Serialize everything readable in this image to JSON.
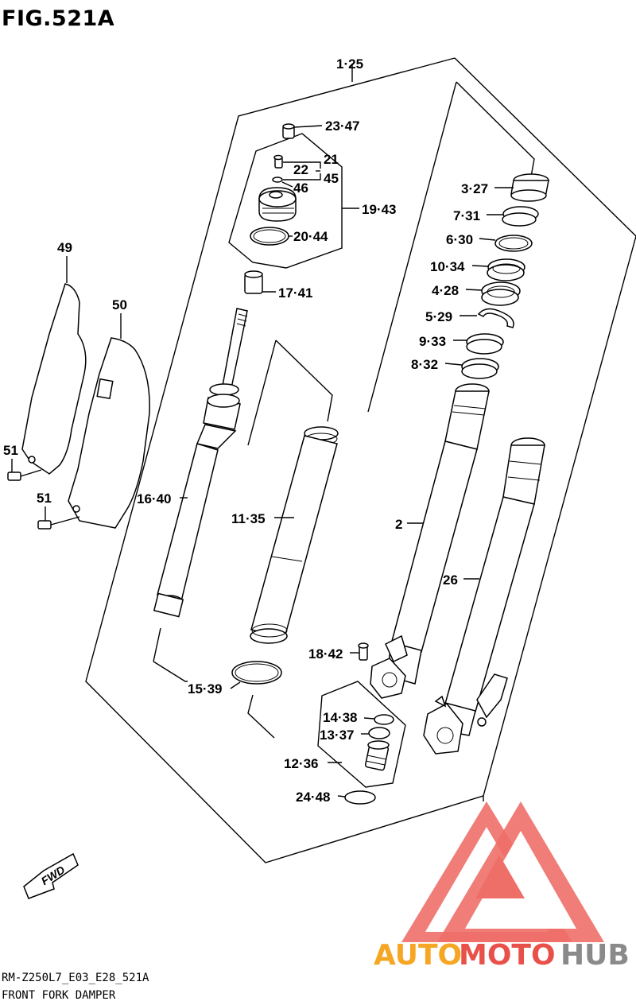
{
  "figure": {
    "title": "FIG.521A",
    "code": "RM-Z250L7_E03_E28_521A",
    "description": "FRONT FORK DAMPER"
  },
  "callouts": {
    "c_1_25": "1·25",
    "c_23_47": "23·47",
    "c_21": "21",
    "c_22": "22",
    "c_45": "45",
    "c_46": "46",
    "c_19_43": "19·43",
    "c_20_44": "20·44",
    "c_17_41": "17·41",
    "c_3_27": "3·27",
    "c_7_31": "7·31",
    "c_6_30": "6·30",
    "c_10_34": "10·34",
    "c_4_28": "4·28",
    "c_5_29": "5·29",
    "c_9_33": "9·33",
    "c_8_32": "8·32",
    "c_49": "49",
    "c_50": "50",
    "c_51a": "51",
    "c_51b": "51",
    "c_16_40": "16·40",
    "c_11_35": "11·35",
    "c_2": "2",
    "c_26": "26",
    "c_18_42": "18·42",
    "c_15_39": "15·39",
    "c_14_38": "14·38",
    "c_13_37": "13·37",
    "c_12_36": "12·36",
    "c_24_48": "24·48"
  },
  "fwd_label": "FWD",
  "watermark": {
    "part1": "AUTO",
    "part2": "MOTO",
    "part3": "HUB",
    "color1": "#f5a623",
    "color2": "#e8514a",
    "color3": "#8a8a8a"
  }
}
